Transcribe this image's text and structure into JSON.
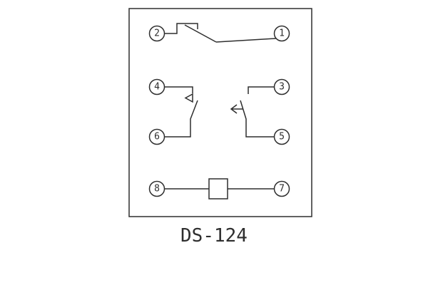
{
  "diagram": {
    "title": "DS-124",
    "colors": {
      "line": "#2e2e2e",
      "background": "#ffffff"
    },
    "terminals": {
      "t1": "1",
      "t2": "2",
      "t3": "3",
      "t4": "4",
      "t5": "5",
      "t6": "6",
      "t7": "7",
      "t8": "8"
    },
    "symbols": {
      "coil": "rectangle-coil",
      "delay_contact": "left-pointing-triangle",
      "actuation_direction": "left-arrow"
    }
  }
}
